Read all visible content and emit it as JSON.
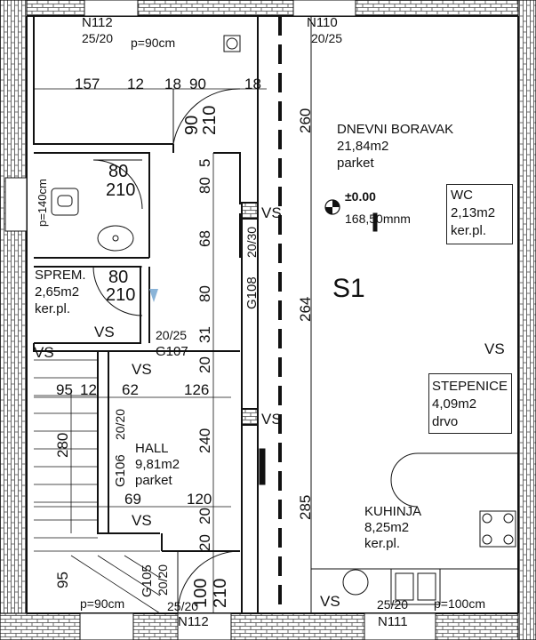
{
  "walls": {
    "n112_top": "N112",
    "n112_top_dim": "25/20",
    "n110_top": "N110",
    "n110_top_dim": "20/25",
    "n112_bottom_dim": "25/20",
    "n112_bottom": "N112",
    "n111_bottom_dim": "25/20",
    "n111_bottom": "N111",
    "g107": "G107",
    "g107_dim": "20/25",
    "g108": "G108",
    "g108_dim": "20/30",
    "g106": "G106",
    "g106_dim": "20/20",
    "g105": "G105",
    "g105_dim": "20/20"
  },
  "rooms": {
    "dnevni": {
      "name": "DNEVNI BORAVAK",
      "area": "21,84m2",
      "floor": "parket"
    },
    "wc": {
      "name": "WC",
      "area": "2,13m2",
      "floor": "ker.pl."
    },
    "sprem": {
      "name": "SPREM.",
      "area": "2,65m2",
      "floor": "ker.pl."
    },
    "hall": {
      "name": "HALL",
      "area": "9,81m2",
      "floor": "parket"
    },
    "stepenice": {
      "name": "STEPENICE",
      "area": "4,09m2",
      "floor": "drvo"
    },
    "kuhinja": {
      "name": "KUHINJA",
      "area": "8,25m2",
      "floor": "ker.pl."
    }
  },
  "level": {
    "mark": "±0.00",
    "elevation": "168,50mnm"
  },
  "zone_label": "S1",
  "vs": "VS",
  "parapets": {
    "top": "p=90cm",
    "bottom": "p=90cm",
    "right": "p=100cm",
    "wc_side": "p=140cm"
  },
  "dimensions": {
    "d157": "157",
    "d12a": "12",
    "d18a": "18",
    "d90": "90",
    "d18b": "18",
    "door1_w": "90",
    "door1_h": "210",
    "door_wc_w": "80",
    "door_wc_h": "210",
    "door_sprem_w": "80",
    "door_sprem_h": "210",
    "door_bottom_w": "100",
    "door_bottom_h": "210",
    "v80a": "80",
    "v5": "5",
    "v68": "68",
    "v80b": "80",
    "v31": "31",
    "v20a": "20",
    "v240": "240",
    "v20b": "20",
    "v20c": "20",
    "d95": "95",
    "d12b": "12",
    "d62": "62",
    "d126": "126",
    "d69": "69",
    "d120": "120",
    "v280": "280",
    "v95": "95",
    "v260": "260",
    "v264": "264",
    "v285": "285"
  }
}
